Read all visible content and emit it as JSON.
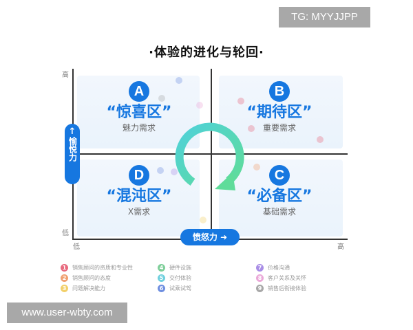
{
  "watermarks": {
    "top": "TG: MYYJJPP",
    "bottom": "www.user-wbty.com"
  },
  "title": "·体验的进化与轮回·",
  "axes": {
    "y_label": "愉悦力",
    "y_arrow": "↑",
    "y_high": "高",
    "y_low": "低",
    "x_label": "愤怒力",
    "x_arrow": "➜",
    "x_low": "低",
    "x_high": "高"
  },
  "zones": [
    {
      "letter": "A",
      "name": "“惊喜区”",
      "sub": "魅力需求"
    },
    {
      "letter": "B",
      "name": "“期待区”",
      "sub": "重要需求"
    },
    {
      "letter": "C",
      "name": "“必备区”",
      "sub": "基础需求"
    },
    {
      "letter": "D",
      "name": "“混沌区”",
      "sub": "X需求"
    }
  ],
  "legend": [
    {
      "num": "1",
      "label": "销售顾问的资质和专业性",
      "color": "#e86a7e"
    },
    {
      "num": "2",
      "label": "销售顾问的态度",
      "color": "#f0a070"
    },
    {
      "num": "3",
      "label": "问题解决能力",
      "color": "#f2d06a"
    },
    {
      "num": "4",
      "label": "硬件设施",
      "color": "#7fcf9a"
    },
    {
      "num": "5",
      "label": "交付体验",
      "color": "#6fd0de"
    },
    {
      "num": "6",
      "label": "试乘试驾",
      "color": "#6f8fe0"
    },
    {
      "num": "7",
      "label": "价格沟通",
      "color": "#a98ee6"
    },
    {
      "num": "8",
      "label": "客户关系及关怀",
      "color": "#eaa8d8"
    },
    {
      "num": "9",
      "label": "销售后衔接体验",
      "color": "#a8a8a8"
    }
  ],
  "colors": {
    "accent": "#1677e0",
    "cycle_start": "#4fd1d9",
    "cycle_end": "#5fdc9a"
  }
}
